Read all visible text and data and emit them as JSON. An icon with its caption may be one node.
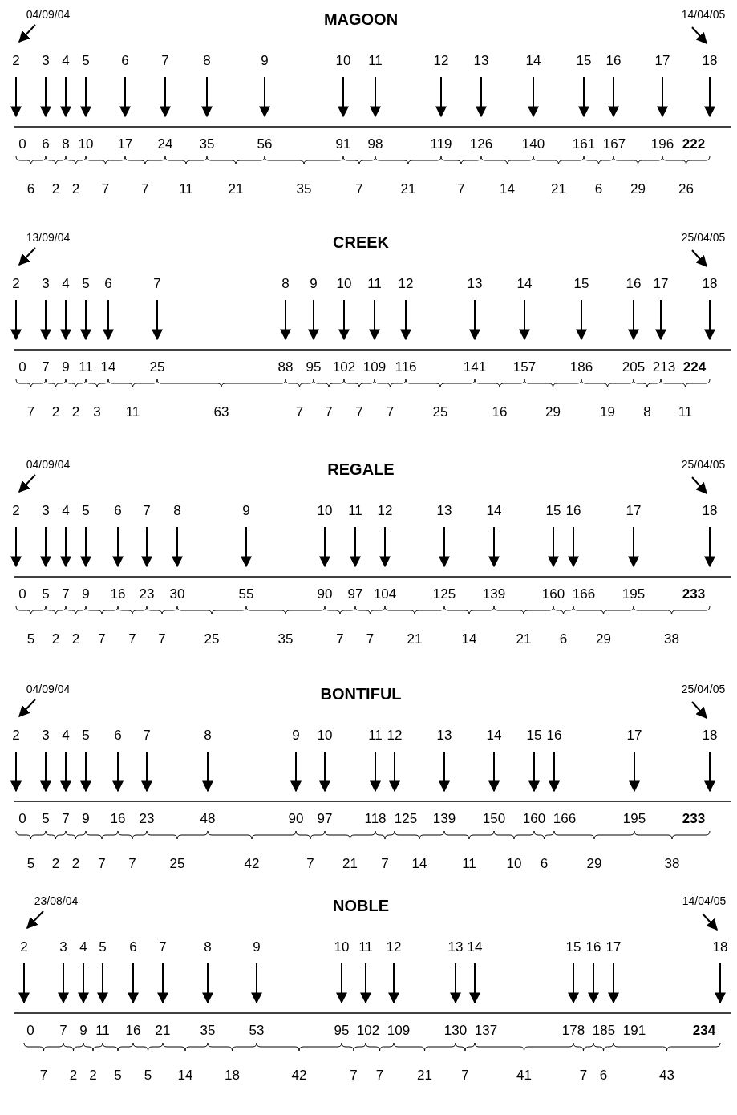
{
  "diagram": {
    "labels": [
      "04/09/04",
      "MAGOON",
      "14/04/05",
      "2",
      "3",
      "4",
      "5",
      "6",
      "7",
      "8",
      "9",
      "10",
      "11",
      "12",
      "13",
      "14",
      "15",
      "16",
      "17",
      "18",
      "0",
      "6",
      "8",
      "10",
      "17",
      "24",
      "35",
      "56",
      "91",
      "98",
      "119",
      "126",
      "140",
      "161",
      "167",
      "196",
      "222",
      "6",
      "2",
      "2",
      "7",
      "7",
      "11",
      "21",
      "35",
      "7",
      "21",
      "7",
      "14",
      "21",
      "6",
      "29",
      "26",
      "13/09/04",
      "CREEK",
      "25/04/05",
      "2",
      "3",
      "4",
      "5",
      "6",
      "7",
      "8",
      "9",
      "10",
      "11",
      "12",
      "13",
      "14",
      "15",
      "16",
      "17",
      "18",
      "0",
      "7",
      "9",
      "11",
      "14",
      "25",
      "88",
      "95",
      "102",
      "109",
      "116",
      "141",
      "157",
      "186",
      "205",
      "213",
      "224",
      "7",
      "2",
      "2",
      "3",
      "11",
      "63",
      "7",
      "7",
      "7",
      "7",
      "25",
      "16",
      "29",
      "19",
      "8",
      "11",
      "04/09/04",
      "REGALE",
      "25/04/05",
      "2",
      "3",
      "4",
      "5",
      "6",
      "7",
      "8",
      "9",
      "10",
      "11",
      "12",
      "13",
      "14",
      "15",
      "16",
      "17",
      "18",
      "0",
      "5",
      "7",
      "9",
      "16",
      "23",
      "30",
      "55",
      "90",
      "97",
      "104",
      "125",
      "139",
      "160",
      "166",
      "195",
      "233",
      "5",
      "2",
      "2",
      "7",
      "7",
      "7",
      "25",
      "35",
      "7",
      "7",
      "21",
      "14",
      "21",
      "6",
      "29",
      "38",
      "04/09/04",
      "BONTIFUL",
      "25/04/05",
      "2",
      "3",
      "4",
      "5",
      "6",
      "7",
      "8",
      "9",
      "10",
      "11",
      "12",
      "13",
      "14",
      "15",
      "16",
      "17",
      "18",
      "0",
      "5",
      "7",
      "9",
      "16",
      "23",
      "48",
      "90",
      "97",
      "118",
      "125",
      "139",
      "150",
      "160",
      "166",
      "195",
      "233",
      "5",
      "2",
      "2",
      "7",
      "7",
      "25",
      "42",
      "7",
      "21",
      "7",
      "14",
      "11",
      "10",
      "6",
      "29",
      "38",
      "23/08/04",
      "NOBLE",
      "14/04/05",
      "2",
      "3",
      "4",
      "5",
      "6",
      "7",
      "8",
      "9",
      "10",
      "11",
      "12",
      "13",
      "14",
      "15",
      "16",
      "17",
      "18",
      "0",
      "7",
      "9",
      "11",
      "16",
      "21",
      "35",
      "53",
      "95",
      "102",
      "109",
      "130",
      "137",
      "178",
      "185",
      "191",
      "234",
      "7",
      "2",
      "2",
      "5",
      "5",
      "14",
      "18",
      "42",
      "7",
      "7",
      "21",
      "7",
      "41",
      "7",
      "6",
      "43"
    ]
  }
}
